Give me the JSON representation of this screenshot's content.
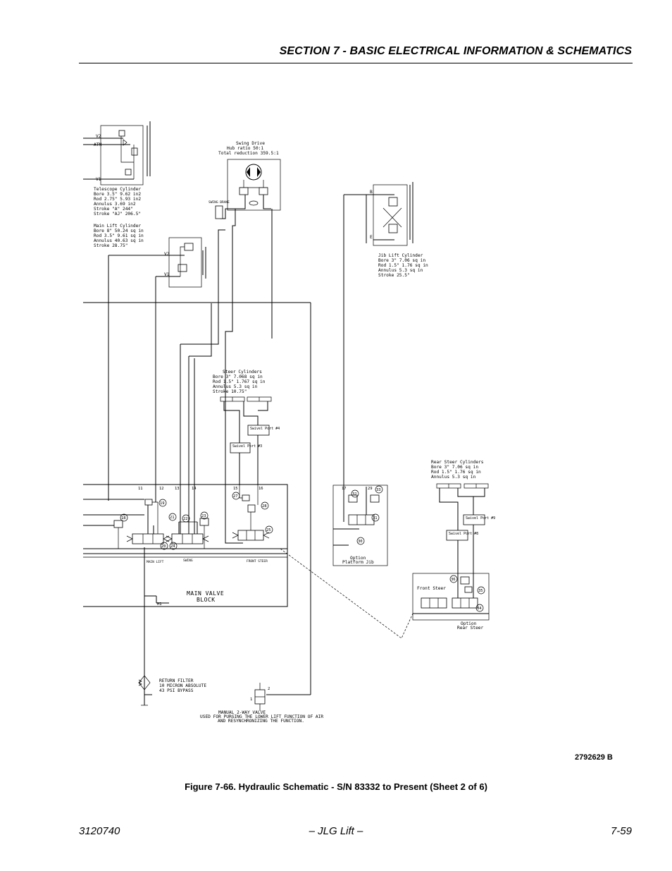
{
  "header": {
    "section_title": "SECTION 7 - BASIC ELECTRICAL INFORMATION & SCHEMATICS"
  },
  "diagram": {
    "telescope_cylinder": [
      "Telescope Cylinder",
      "Bore 3.5\" 9.62 in2",
      "Rod 2.75\" 5.93 in2",
      "Annulus 3.69 in2",
      "Stroke \"A\" 244\"",
      "Stroke \"AJ\" 206.5\""
    ],
    "telescope_ports": [
      "V2",
      "ATM",
      "V1"
    ],
    "swing_drive": [
      "Swing Drive",
      "Hub ratio 50:1",
      "Total reduction 359.5:1"
    ],
    "swing_brake": "SWING BRAKE",
    "main_lift_cylinder": [
      "Main Lift Cylinder",
      "Bore 8\" 50.24 sq in",
      "Rod 3.5\" 9.61 sq in",
      "Annulus 40.63 sq in",
      "Stroke 28.75\""
    ],
    "main_lift_ports": [
      "V2",
      "V1"
    ],
    "jib_lift_cylinder": [
      "Jib Lift Cylinder",
      "Bore 3\" 7.06 sq in",
      "Rod 1.5\" 1.76 sq in",
      "Annulus 5.3 sq in",
      "Stroke 25.5\""
    ],
    "jib_ports": [
      "B",
      "E"
    ],
    "steer_cylinders": [
      "Steer Cylinders",
      "Bore 3\" 7.068 sq in",
      "Rod 1.5\" 1.767 sq in",
      "Annulus 5.3 sq in",
      "Stroke 10.75\""
    ],
    "swivel_ports": [
      "Swivel Port #4",
      "Swivel Port #3",
      "Swivel Port #9",
      "Swivel Port #8"
    ],
    "rear_steer_cylinders": [
      "Rear Steer Cylinders",
      "Bore 3\" 7.06 sq in",
      "Rod 1.5\" 1.76 sq in",
      "Annulus 5.3 sq in"
    ],
    "valve_numbers": [
      "11",
      "12",
      "13",
      "14",
      "15",
      "16",
      "17",
      "18",
      "19",
      "20",
      "21",
      "22",
      "23",
      "24",
      "25",
      "26",
      "27",
      "28",
      "29",
      "30",
      "31",
      "32",
      "33",
      "34",
      "35",
      "36"
    ],
    "sections": [
      "MAIN LIFT",
      "SWING",
      "FRONT STEER"
    ],
    "main_valve_block": [
      "MAIN VALVE",
      "BLOCK"
    ],
    "port_m1": "M1",
    "option_platform_jib": [
      "Option",
      "Platform Jib"
    ],
    "front_steer": "Front Steer",
    "option_rear_steer": [
      "Option",
      "Rear Steer"
    ],
    "return_filter": [
      "RETURN FILTER",
      "10 MICRON ABSOLUTE",
      "43 PSI BYPASS"
    ],
    "manual_valve": [
      "MANUAL 2-WAY VALVE",
      "USED FOR PURGING THE LOWER LIFT FUNCTION OF AIR",
      "AND RESYNCHRONIZING THE FUNCTION."
    ],
    "manual_valve_ports": [
      "1",
      "2"
    ]
  },
  "drawing_number": "2792629 B",
  "caption": "Figure 7-66.  Hydraulic Schematic - S/N 83332 to Present (Sheet 2 of 6)",
  "footer": {
    "doc_number": "3120740",
    "company": "– JLG Lift –",
    "page": "7-59"
  }
}
